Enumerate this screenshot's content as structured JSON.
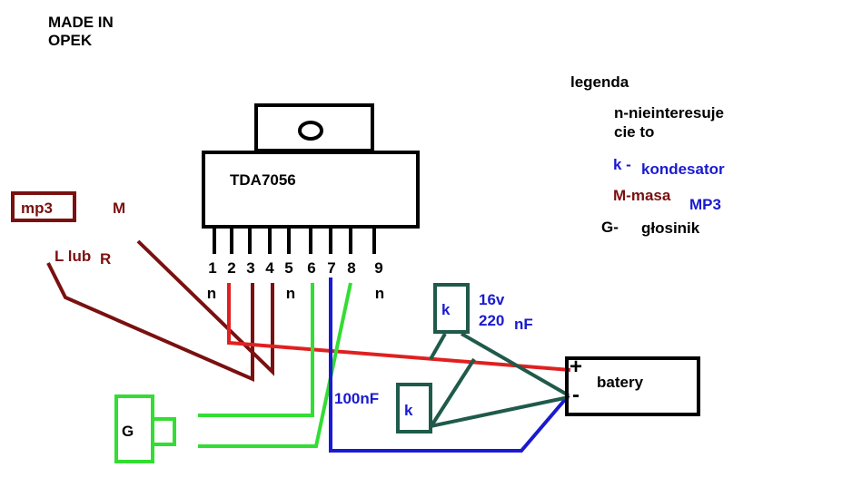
{
  "header": {
    "line1": "MADE IN",
    "line2": "OPEK"
  },
  "chip": {
    "name": "TDA7056"
  },
  "pins": {
    "numbers": [
      "1",
      "2",
      "3",
      "4",
      "5",
      "6",
      "7",
      "8",
      "9"
    ],
    "unused_mark": "n"
  },
  "inputs": {
    "mp3_box": "mp3",
    "ground": "M",
    "signal_l": "L lub",
    "signal_r": "R"
  },
  "speaker": {
    "label": "G"
  },
  "battery": {
    "label": "batery",
    "plus": "+",
    "minus": "-"
  },
  "capacitors": {
    "upper_label": "k",
    "upper_value_line1": "16v",
    "upper_value_line2_a": "220",
    "upper_value_line2_b": "nF",
    "lower_label": "k",
    "lower_value": "100nF"
  },
  "legend": {
    "title": "legenda",
    "n_line1": "n-nieinteresuje",
    "n_line2": "cie to",
    "k_key": "k -",
    "k_desc": "kondesator",
    "m_item": "M-masa",
    "mp3_item": "MP3",
    "g_key": "G-",
    "g_desc": "głosinik"
  },
  "colors": {
    "black": "#000000",
    "maroon": "#7a1010",
    "red": "#e02020",
    "green": "#33dd33",
    "blue": "#1a1ad0",
    "teal": "#1f5a4a"
  }
}
